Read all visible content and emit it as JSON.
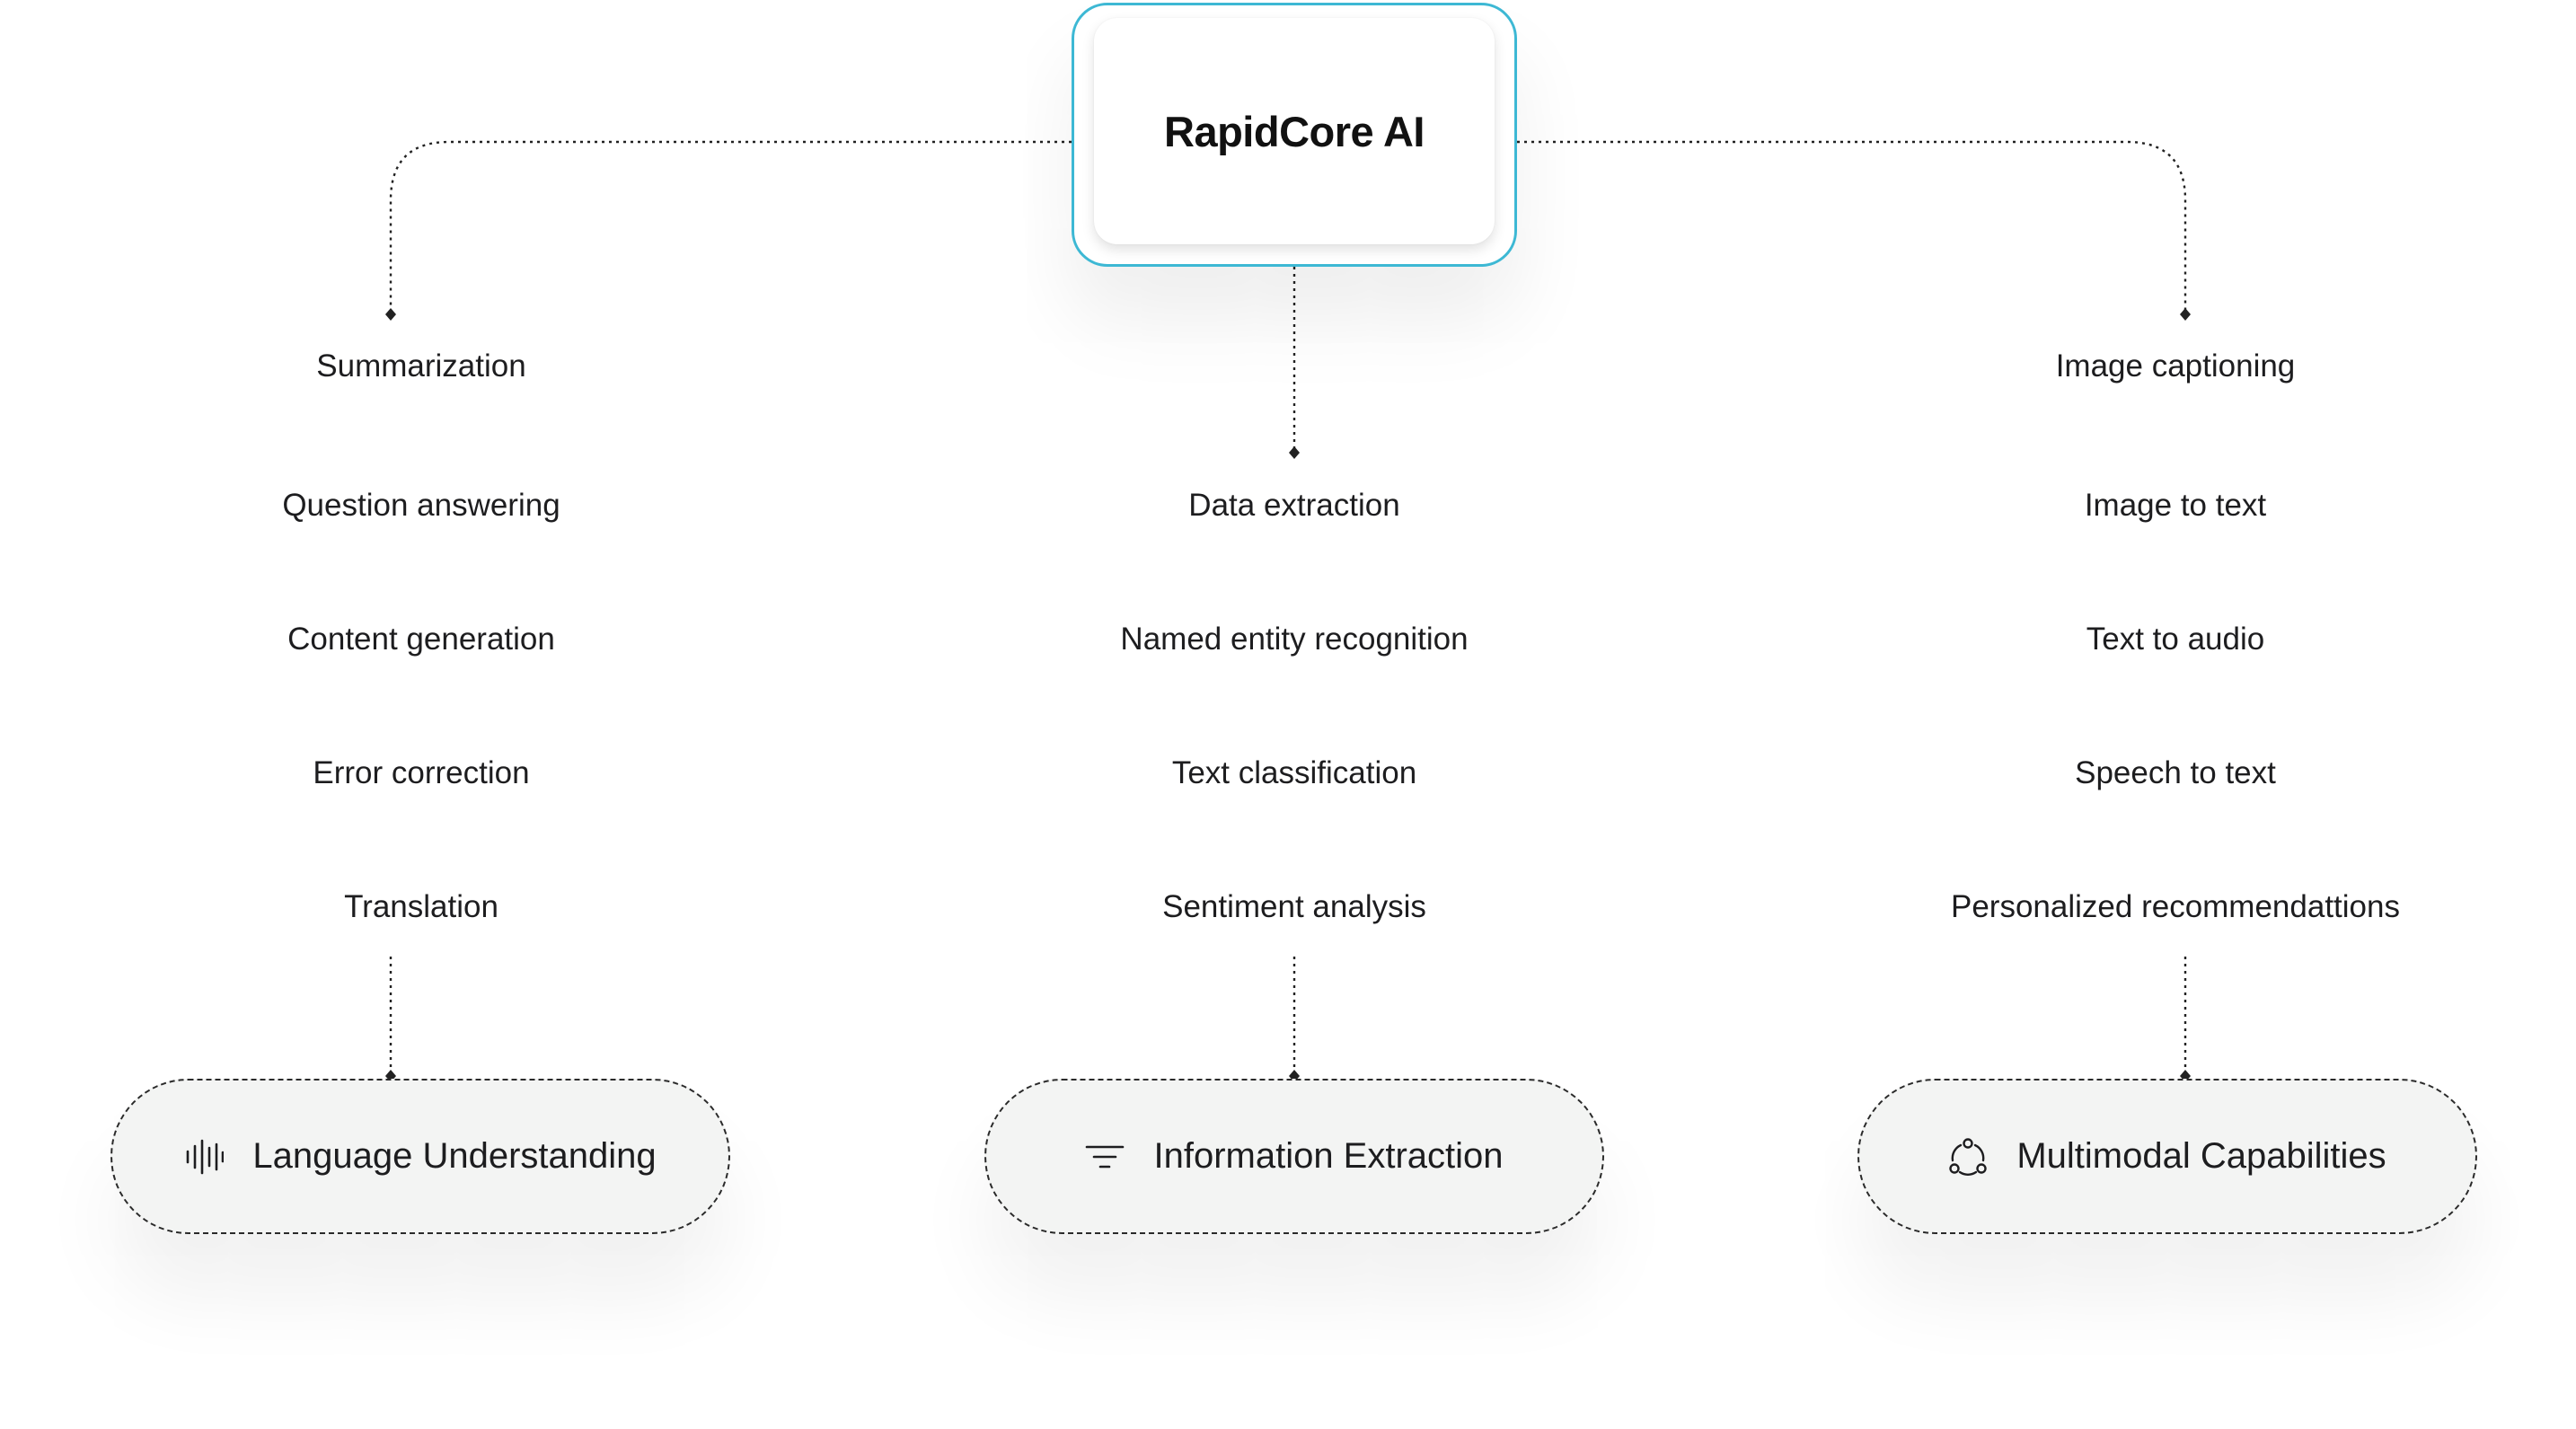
{
  "root": {
    "title": "RapidCore AI"
  },
  "columns": [
    {
      "features": [
        "Summarization",
        "Question answering",
        "Content generation",
        "Error correction",
        "Translation"
      ],
      "category": {
        "label": "Language Understanding",
        "icon": "soundwave-icon"
      }
    },
    {
      "features": [
        "Data extraction",
        "Named entity recognition",
        "Text classification",
        "Sentiment analysis"
      ],
      "category": {
        "label": "Information Extraction",
        "icon": "filter-lines-icon"
      }
    },
    {
      "features": [
        "Image captioning",
        "Image to text",
        "Text to audio",
        "Speech to text",
        "Personalized recommendattions"
      ],
      "category": {
        "label": "Multimodal Capabilities",
        "icon": "network-nodes-icon"
      }
    }
  ],
  "colors": {
    "root_border": "#3db8d4",
    "category_fill": "#f3f4f3",
    "connector": "#222222",
    "text": "#1d1d1f"
  }
}
